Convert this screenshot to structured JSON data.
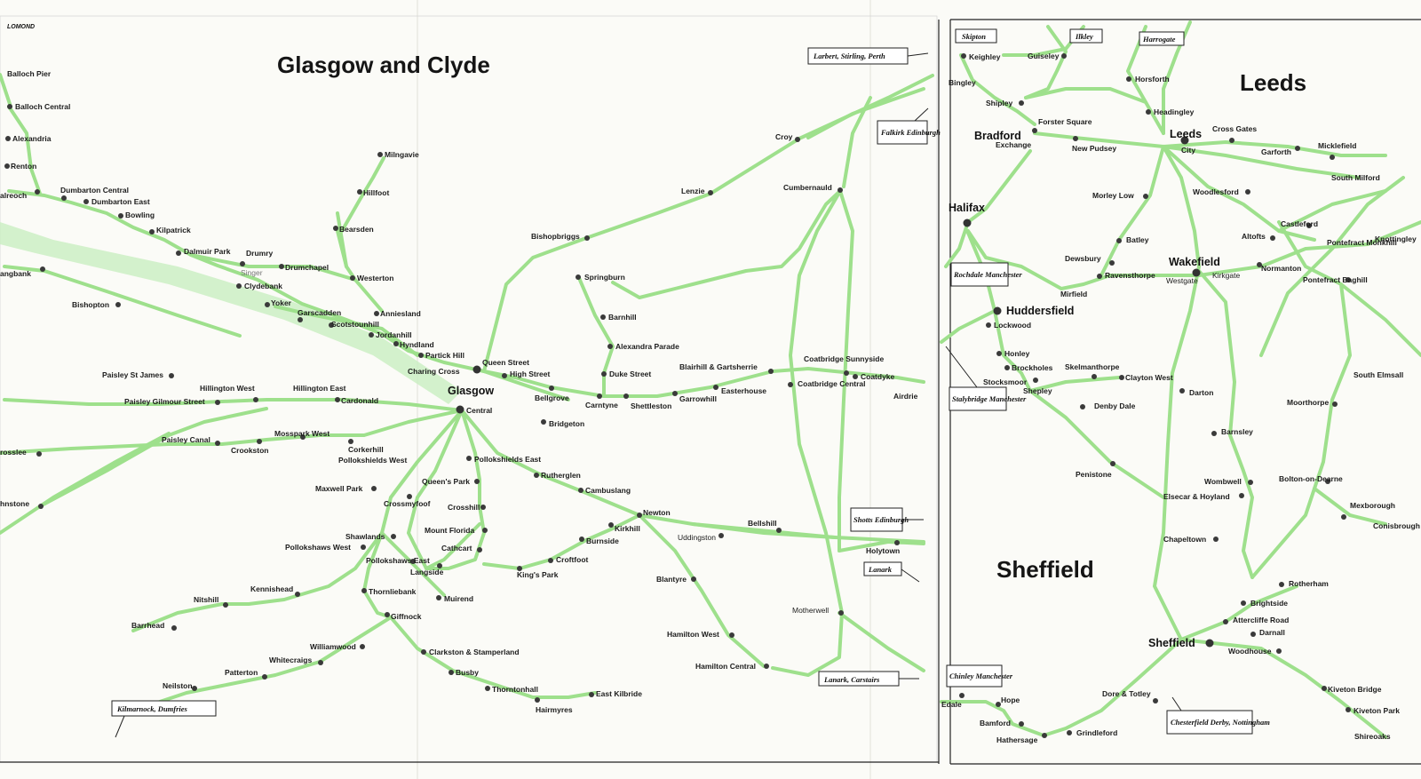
{
  "titles": {
    "glasgow": "Glasgow and Clyde",
    "leeds": "Leeds",
    "sheffield": "Sheffield"
  },
  "corner_label": "LOMOND",
  "colors": {
    "route_line": "#9ee08c",
    "station_dot": "#3a3a3a",
    "paper": "#fbfbf7"
  },
  "glasgow_stations": [
    "Balloch Pier",
    "Balloch Central",
    "Alexandria",
    "Renton",
    "alreoch",
    "Dumbarton Central",
    "Dumbarton East",
    "Bowling",
    "Kilpatrick",
    "Dalmuir Park",
    "Drumry",
    "Singer",
    "Drumchapel",
    "Clydebank",
    "angbank",
    "Westerton",
    "Yoker",
    "Garscadden",
    "Scotstounhill",
    "Anniesland",
    "Jordanhill",
    "Hyndland",
    "Partick Hill",
    "Charing Cross",
    "Queen Street",
    "High Street",
    "Bishopton",
    "Milngavie",
    "Hillfoot",
    "Bearsden",
    "Paisley St James",
    "Hillington West",
    "Hillington East",
    "Paisley Gilmour Street",
    "Cardonald",
    "Glasgow",
    "Central",
    "Bellgrove",
    "Bridgeton",
    "Carntyne",
    "Shettleston",
    "Garrowhill",
    "Blairhill & Gartsherrie",
    "Easterhouse",
    "Coatbridge Central",
    "Coatbridge Sunnyside",
    "Coatdyke",
    "Airdrie",
    "Alexandra Parade",
    "Duke Street",
    "Barnhill",
    "Springburn",
    "Bishopbriggs",
    "Lenzie",
    "Croy",
    "Cumbernauld",
    "Paisley Canal",
    "Crookston",
    "Mosspark West",
    "Corkerhill",
    "Pollokshields West",
    "Pollokshields East",
    "Maxwell Park",
    "Queen's Park",
    "Crosshill",
    "Crossmyfoof",
    "Rutherglen",
    "Cambuslang",
    "Newton",
    "Kirkhill",
    "Burnside",
    "Croftfoot",
    "King's Park",
    "Shawlands",
    "Pollokshaws West",
    "Pollokshaws East",
    "Langside",
    "Mount Florida",
    "Cathcart",
    "Thornliebank",
    "Muirend",
    "Giffnock",
    "Uddingston",
    "Bellshill",
    "Holytown",
    "Blantyre",
    "Motherwell",
    "Hamilton West",
    "Hamilton Central",
    "Kennishead",
    "Nitshill",
    "Barrhead",
    "Williamwood",
    "Whitecraigs",
    "Patterton",
    "Neilston",
    "Clarkston & Stamperland",
    "Busby",
    "Thorntonhall",
    "Hairmyres",
    "East Kilbride",
    "rosslee",
    "hnstone"
  ],
  "leeds_stations": [
    "Keighley",
    "Bingley",
    "Guiseley",
    "Shipley",
    "Horsforth",
    "Headingley",
    "Forster Square",
    "Bradford",
    "Exchange",
    "New Pudsey",
    "Leeds",
    "City",
    "Cross Gates",
    "Garforth",
    "Micklefield",
    "South Milford",
    "Woodlesford",
    "Morley Low",
    "Halifax",
    "Batley",
    "Dewsbury",
    "Ravensthorpe",
    "Mirfield",
    "Wakefield",
    "Westgate",
    "Kirkgate",
    "Castleford",
    "Altofts",
    "Normanton",
    "Pontefract Monkhill",
    "Pontefract Baghill",
    "Knottingley",
    "Huddersfield",
    "Lockwood",
    "Honley",
    "Brockholes",
    "Stocksmoor",
    "Shepley",
    "Skelmanthorpe",
    "Clayton West",
    "Denby Dale",
    "Penistone",
    "Darton",
    "Barnsley",
    "Wombwell",
    "Elsecar & Hoyland",
    "Chapeltown",
    "South Elmsall",
    "Moorthorpe",
    "Bolton-on-Dearne",
    "Mexborough",
    "Conisbrough",
    "Rotherham",
    "Brightside",
    "Attercliffe Road",
    "Darnall",
    "Sheffield",
    "Woodhouse",
    "Kiveton Bridge",
    "Kiveton Park",
    "Shireoaks",
    "Dore & Totley",
    "Hope",
    "Edale",
    "Bamford",
    "Hathersage",
    "Grindleford"
  ],
  "boxes": [
    "Larbert, Stirling, Perth",
    "Falkirk Edinburgh",
    "Shotts Edinburgh",
    "Lanark",
    "Lanark, Carstairs",
    "Kilmarnock, Dumfries",
    "Skipton",
    "Ilkley",
    "Harrogate",
    "Rochdale Manchester",
    "Stalybridge Manchester",
    "Chinley Manchester",
    "Chesterfield Derby, Nottingham"
  ]
}
